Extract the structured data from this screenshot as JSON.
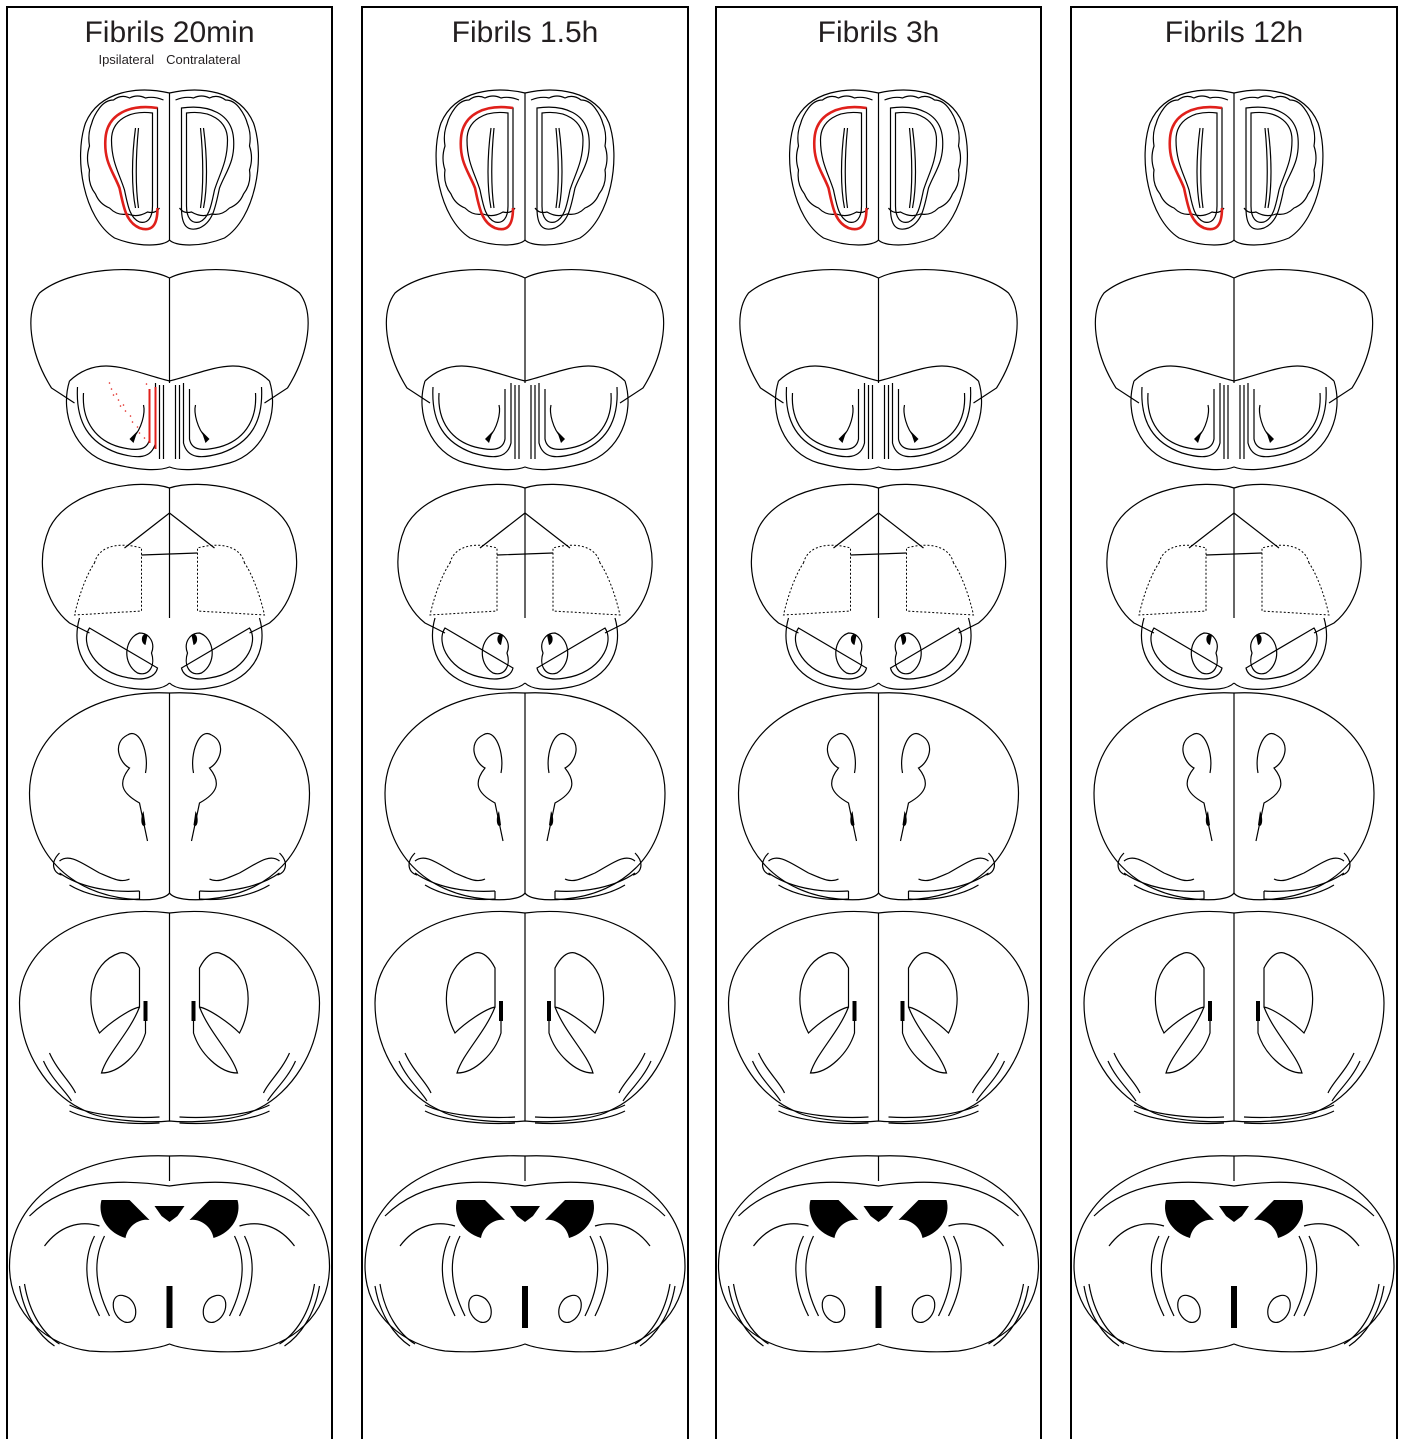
{
  "panels": [
    {
      "title": "Fibrils 20min",
      "show_hemisphere_labels": true,
      "labeled_sections": [
        0,
        1
      ]
    },
    {
      "title": "Fibrils 1.5h",
      "show_hemisphere_labels": false,
      "labeled_sections": [
        0
      ]
    },
    {
      "title": "Fibrils 3h",
      "show_hemisphere_labels": false,
      "labeled_sections": [
        0
      ]
    },
    {
      "title": "Fibrils 12h",
      "show_hemisphere_labels": false,
      "labeled_sections": [
        0
      ]
    }
  ],
  "hemisphere_labels": {
    "left": "Ipsilateral",
    "right": "Contralateral"
  },
  "colors": {
    "outline": "#000000",
    "label": "#e0201b",
    "text": "#231f20"
  }
}
